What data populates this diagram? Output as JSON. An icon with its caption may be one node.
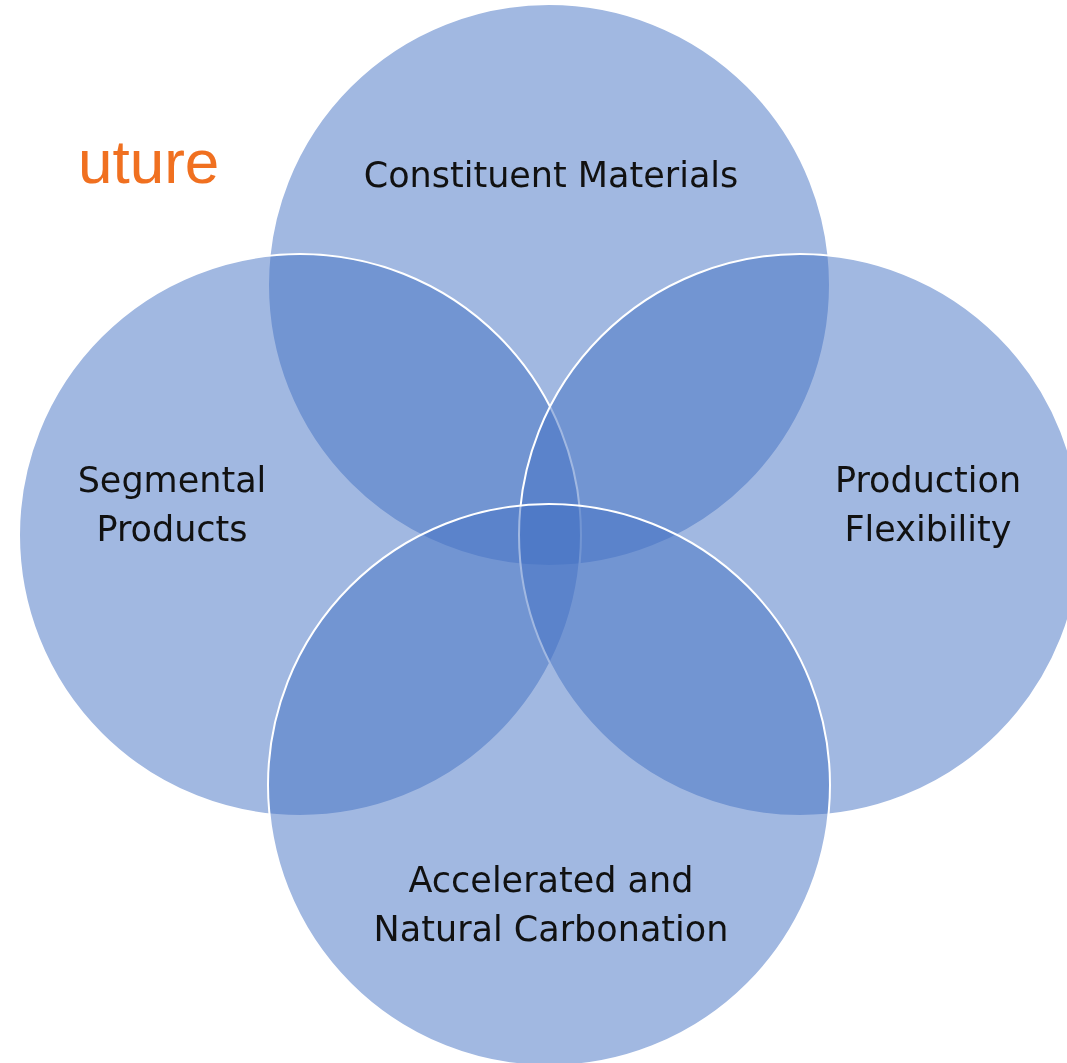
{
  "diagram": {
    "nodes": [
      {
        "text": [
          "Constituent Materials"
        ]
      },
      {
        "text": [
          "Segmental Products"
        ]
      },
      {
        "text": [
          "Production Flexibility"
        ]
      },
      {
        "text": [
          "Accelerated and Natural Carbonation"
        ]
      }
    ],
    "labels": [
      "uture"
    ]
  }
}
